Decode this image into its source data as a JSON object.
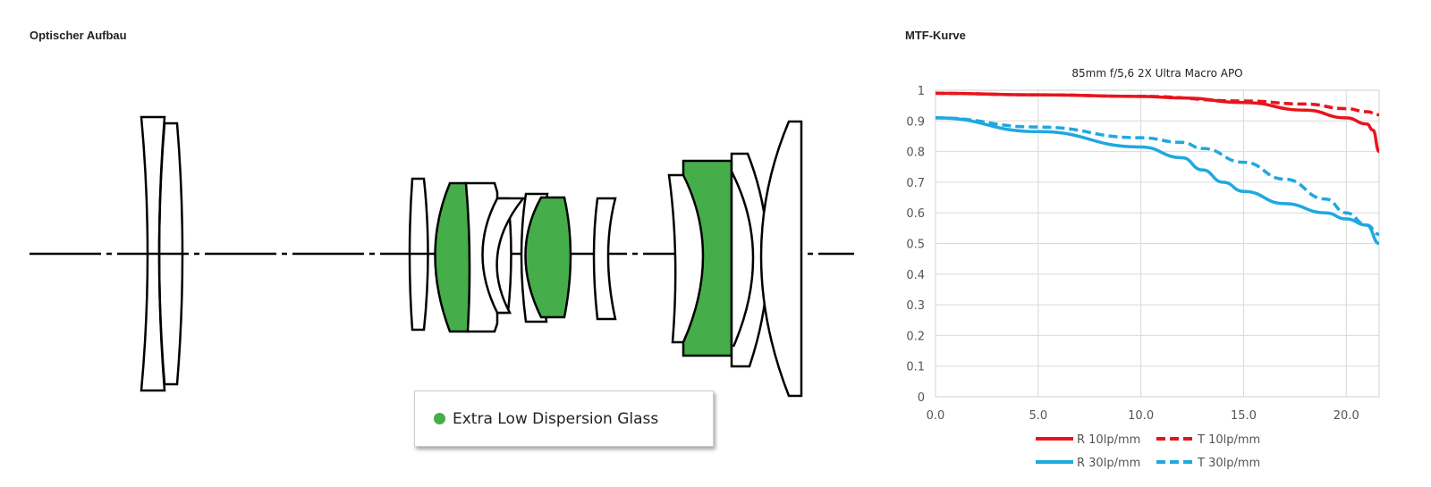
{
  "left": {
    "title": "Optischer Aufbau",
    "legend": {
      "label": "Extra Low Dispersion Glass",
      "color": "#45ad4a"
    }
  },
  "right": {
    "title": "MTF-Kurve"
  },
  "chart_data": {
    "type": "line",
    "title": "85mm f/5,6 2X Ultra Macro APO",
    "xlim": [
      0,
      21.6
    ],
    "ylim": [
      0,
      1
    ],
    "xticks": [
      "0.0",
      "5.0",
      "10.0",
      "15.0",
      "20.0"
    ],
    "xtick_values": [
      0,
      5,
      10,
      15,
      20
    ],
    "yticks": [
      "0",
      "0.1",
      "0.2",
      "0.3",
      "0.4",
      "0.5",
      "0.6",
      "0.7",
      "0.8",
      "0.9",
      "1"
    ],
    "ytick_values": [
      0,
      0.1,
      0.2,
      0.3,
      0.4,
      0.5,
      0.6,
      0.7,
      0.8,
      0.9,
      1
    ],
    "grid": true,
    "legend_position": "bottom",
    "series": [
      {
        "name": "R 10lp/mm",
        "color": "#e8141c",
        "dash": false,
        "x": [
          0,
          5,
          10,
          12,
          15,
          18,
          20,
          21,
          21.3,
          21.6
        ],
        "y": [
          0.99,
          0.985,
          0.98,
          0.975,
          0.96,
          0.935,
          0.91,
          0.89,
          0.87,
          0.8
        ]
      },
      {
        "name": "T 10lp/mm",
        "color": "#e8141c",
        "dash": true,
        "x": [
          0,
          5,
          10,
          15,
          18,
          20,
          21,
          21.6
        ],
        "y": [
          0.99,
          0.985,
          0.98,
          0.965,
          0.955,
          0.94,
          0.93,
          0.92
        ]
      },
      {
        "name": "R 30lp/mm",
        "color": "#1fa8e0",
        "dash": false,
        "x": [
          0,
          5,
          10,
          12,
          13,
          14,
          15,
          17,
          19,
          20,
          21,
          21.6
        ],
        "y": [
          0.91,
          0.865,
          0.815,
          0.78,
          0.74,
          0.7,
          0.67,
          0.63,
          0.6,
          0.58,
          0.56,
          0.5
        ]
      },
      {
        "name": "T 30lp/mm",
        "color": "#1fa8e0",
        "dash": true,
        "x": [
          0,
          5,
          10,
          12,
          13,
          15,
          17,
          19,
          20,
          21,
          21.6
        ],
        "y": [
          0.91,
          0.88,
          0.845,
          0.83,
          0.81,
          0.765,
          0.71,
          0.645,
          0.6,
          0.56,
          0.53
        ]
      }
    ]
  }
}
